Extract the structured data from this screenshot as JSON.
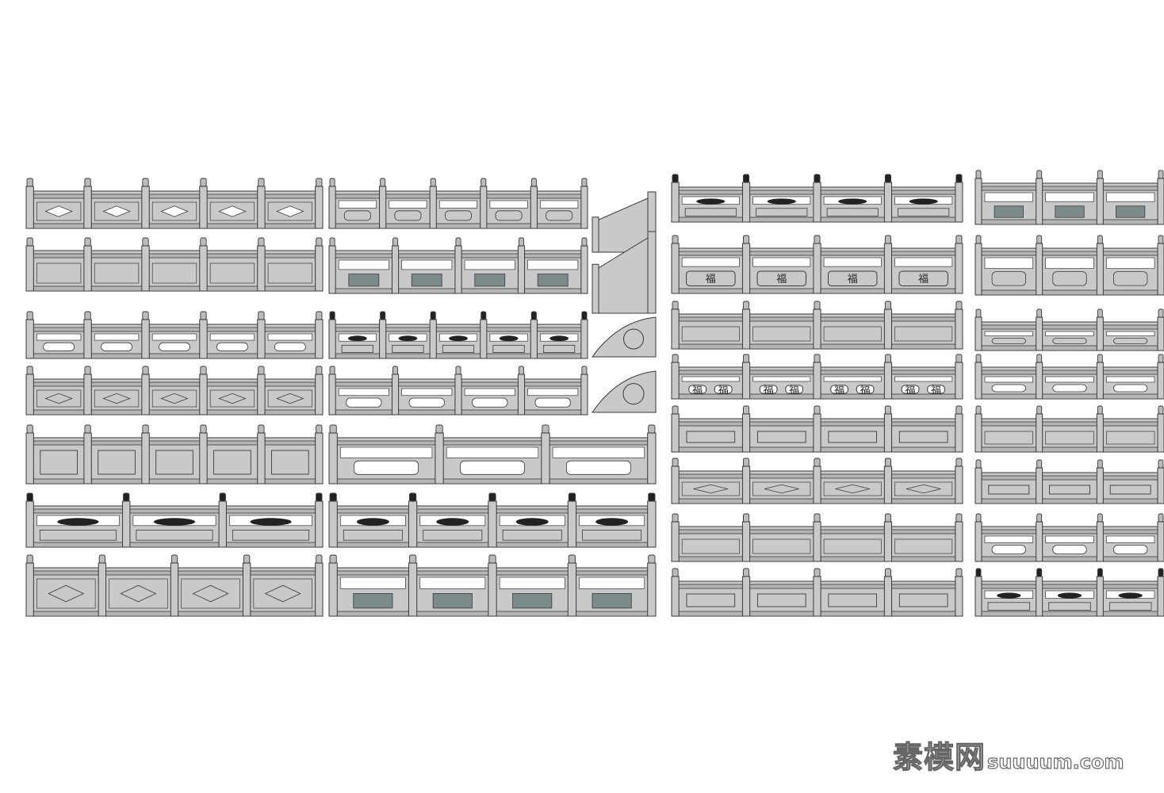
{
  "drawing": {
    "panel_character": "福",
    "colors": {
      "stone": "#c9c9c9",
      "line": "#3a3a3a",
      "opening": "#ffffff",
      "dark": "#222222"
    }
  },
  "watermark": {
    "cn": "素模网",
    "en": "suuuum.com"
  }
}
